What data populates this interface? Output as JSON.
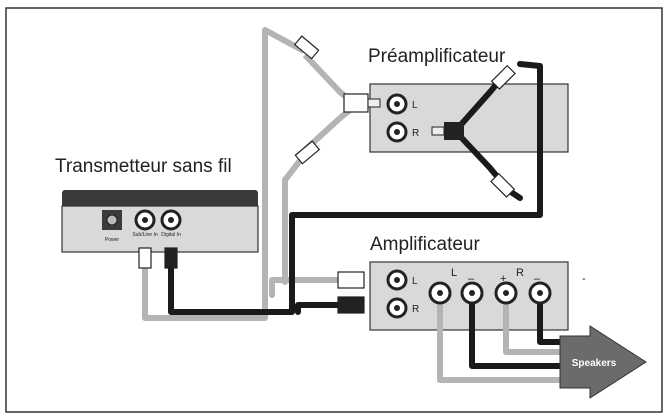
{
  "labels": {
    "preamp": "Préamplificateur",
    "transmitter": "Transmetteur sans fil",
    "amplifier": "Amplificateur",
    "speakers": "Speakers"
  },
  "preamp_jacks": {
    "left": "L",
    "right": "R"
  },
  "amp_jacks": {
    "left": "L",
    "right": "R"
  },
  "amp_terminals": {
    "left_group": "L",
    "right_group": "R",
    "plus": "+",
    "minus": "–",
    "far_minus": "-"
  },
  "transmitter_ports": {
    "power": "Power",
    "analog": "Sub/Line In",
    "digital": "Digital In"
  },
  "colors": {
    "device_face": "#d9d9d9",
    "device_top": "#3a3a3a",
    "cable_grey": "#b4b4b4",
    "cable_black": "#1a1a1a",
    "speaker_arrow": "#6b6b6b",
    "frame": "#333333"
  }
}
